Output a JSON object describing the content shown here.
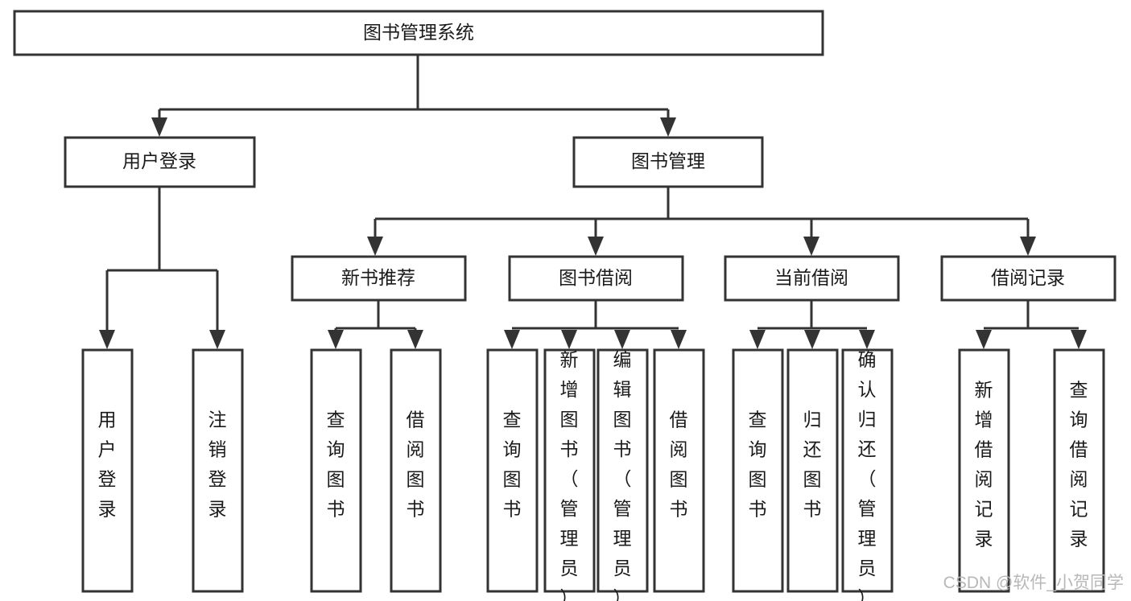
{
  "diagram": {
    "title": "图书管理系统",
    "type": "tree",
    "orientation": "top-down",
    "colors": {
      "stroke": "#333333",
      "fill": "#ffffff",
      "text": "#1a1a1a",
      "watermark": "#b8b8b8",
      "background": "#ffffff"
    },
    "root": {
      "id": "root",
      "label": "图书管理系统",
      "orientation": "horizontal"
    },
    "level2": [
      {
        "id": "user-login",
        "label": "用户登录",
        "orientation": "horizontal"
      },
      {
        "id": "book-manage",
        "label": "图书管理",
        "orientation": "horizontal"
      }
    ],
    "level3": [
      {
        "id": "new-book-recommend",
        "label": "新书推荐",
        "parent": "book-manage",
        "orientation": "horizontal"
      },
      {
        "id": "book-borrow",
        "label": "图书借阅",
        "parent": "book-manage",
        "orientation": "horizontal"
      },
      {
        "id": "current-borrow",
        "label": "当前借阅",
        "parent": "book-manage",
        "orientation": "horizontal"
      },
      {
        "id": "borrow-record",
        "label": "借阅记录",
        "parent": "book-manage",
        "orientation": "horizontal"
      }
    ],
    "leaves": [
      {
        "id": "leaf-user-login",
        "label": "用户登录",
        "parent": "user-login",
        "orientation": "vertical",
        "align": "center"
      },
      {
        "id": "leaf-logout-login",
        "label": "注销登录",
        "parent": "user-login",
        "orientation": "vertical",
        "align": "center"
      },
      {
        "id": "leaf-query-book-1",
        "label": "查询图书",
        "parent": "new-book-recommend",
        "orientation": "vertical",
        "align": "center"
      },
      {
        "id": "leaf-borrow-book-1",
        "label": "借阅图书",
        "parent": "new-book-recommend",
        "orientation": "vertical",
        "align": "center"
      },
      {
        "id": "leaf-query-book-2",
        "label": "查询图书",
        "parent": "book-borrow",
        "orientation": "vertical",
        "align": "center"
      },
      {
        "id": "leaf-add-book-admin",
        "label": "新增图书（管理员）",
        "parent": "book-borrow",
        "orientation": "vertical",
        "align": "top"
      },
      {
        "id": "leaf-edit-book-admin",
        "label": "编辑图书（管理员）",
        "parent": "book-borrow",
        "orientation": "vertical",
        "align": "top"
      },
      {
        "id": "leaf-borrow-book-2",
        "label": "借阅图书",
        "parent": "book-borrow",
        "orientation": "vertical",
        "align": "center"
      },
      {
        "id": "leaf-query-book-3",
        "label": "查询图书",
        "parent": "current-borrow",
        "orientation": "vertical",
        "align": "center"
      },
      {
        "id": "leaf-return-book",
        "label": "归还图书",
        "parent": "current-borrow",
        "orientation": "vertical",
        "align": "center"
      },
      {
        "id": "leaf-confirm-return-admin",
        "label": "确认归还（管理员）",
        "parent": "current-borrow",
        "orientation": "vertical",
        "align": "top"
      },
      {
        "id": "leaf-add-borrow-record",
        "label": "新增借阅记录",
        "parent": "borrow-record",
        "orientation": "vertical",
        "align": "center"
      },
      {
        "id": "leaf-query-borrow-record",
        "label": "查询借阅记录",
        "parent": "borrow-record",
        "orientation": "vertical",
        "align": "center"
      }
    ]
  },
  "watermark": {
    "text": "CSDN @软件_小贺同学"
  }
}
